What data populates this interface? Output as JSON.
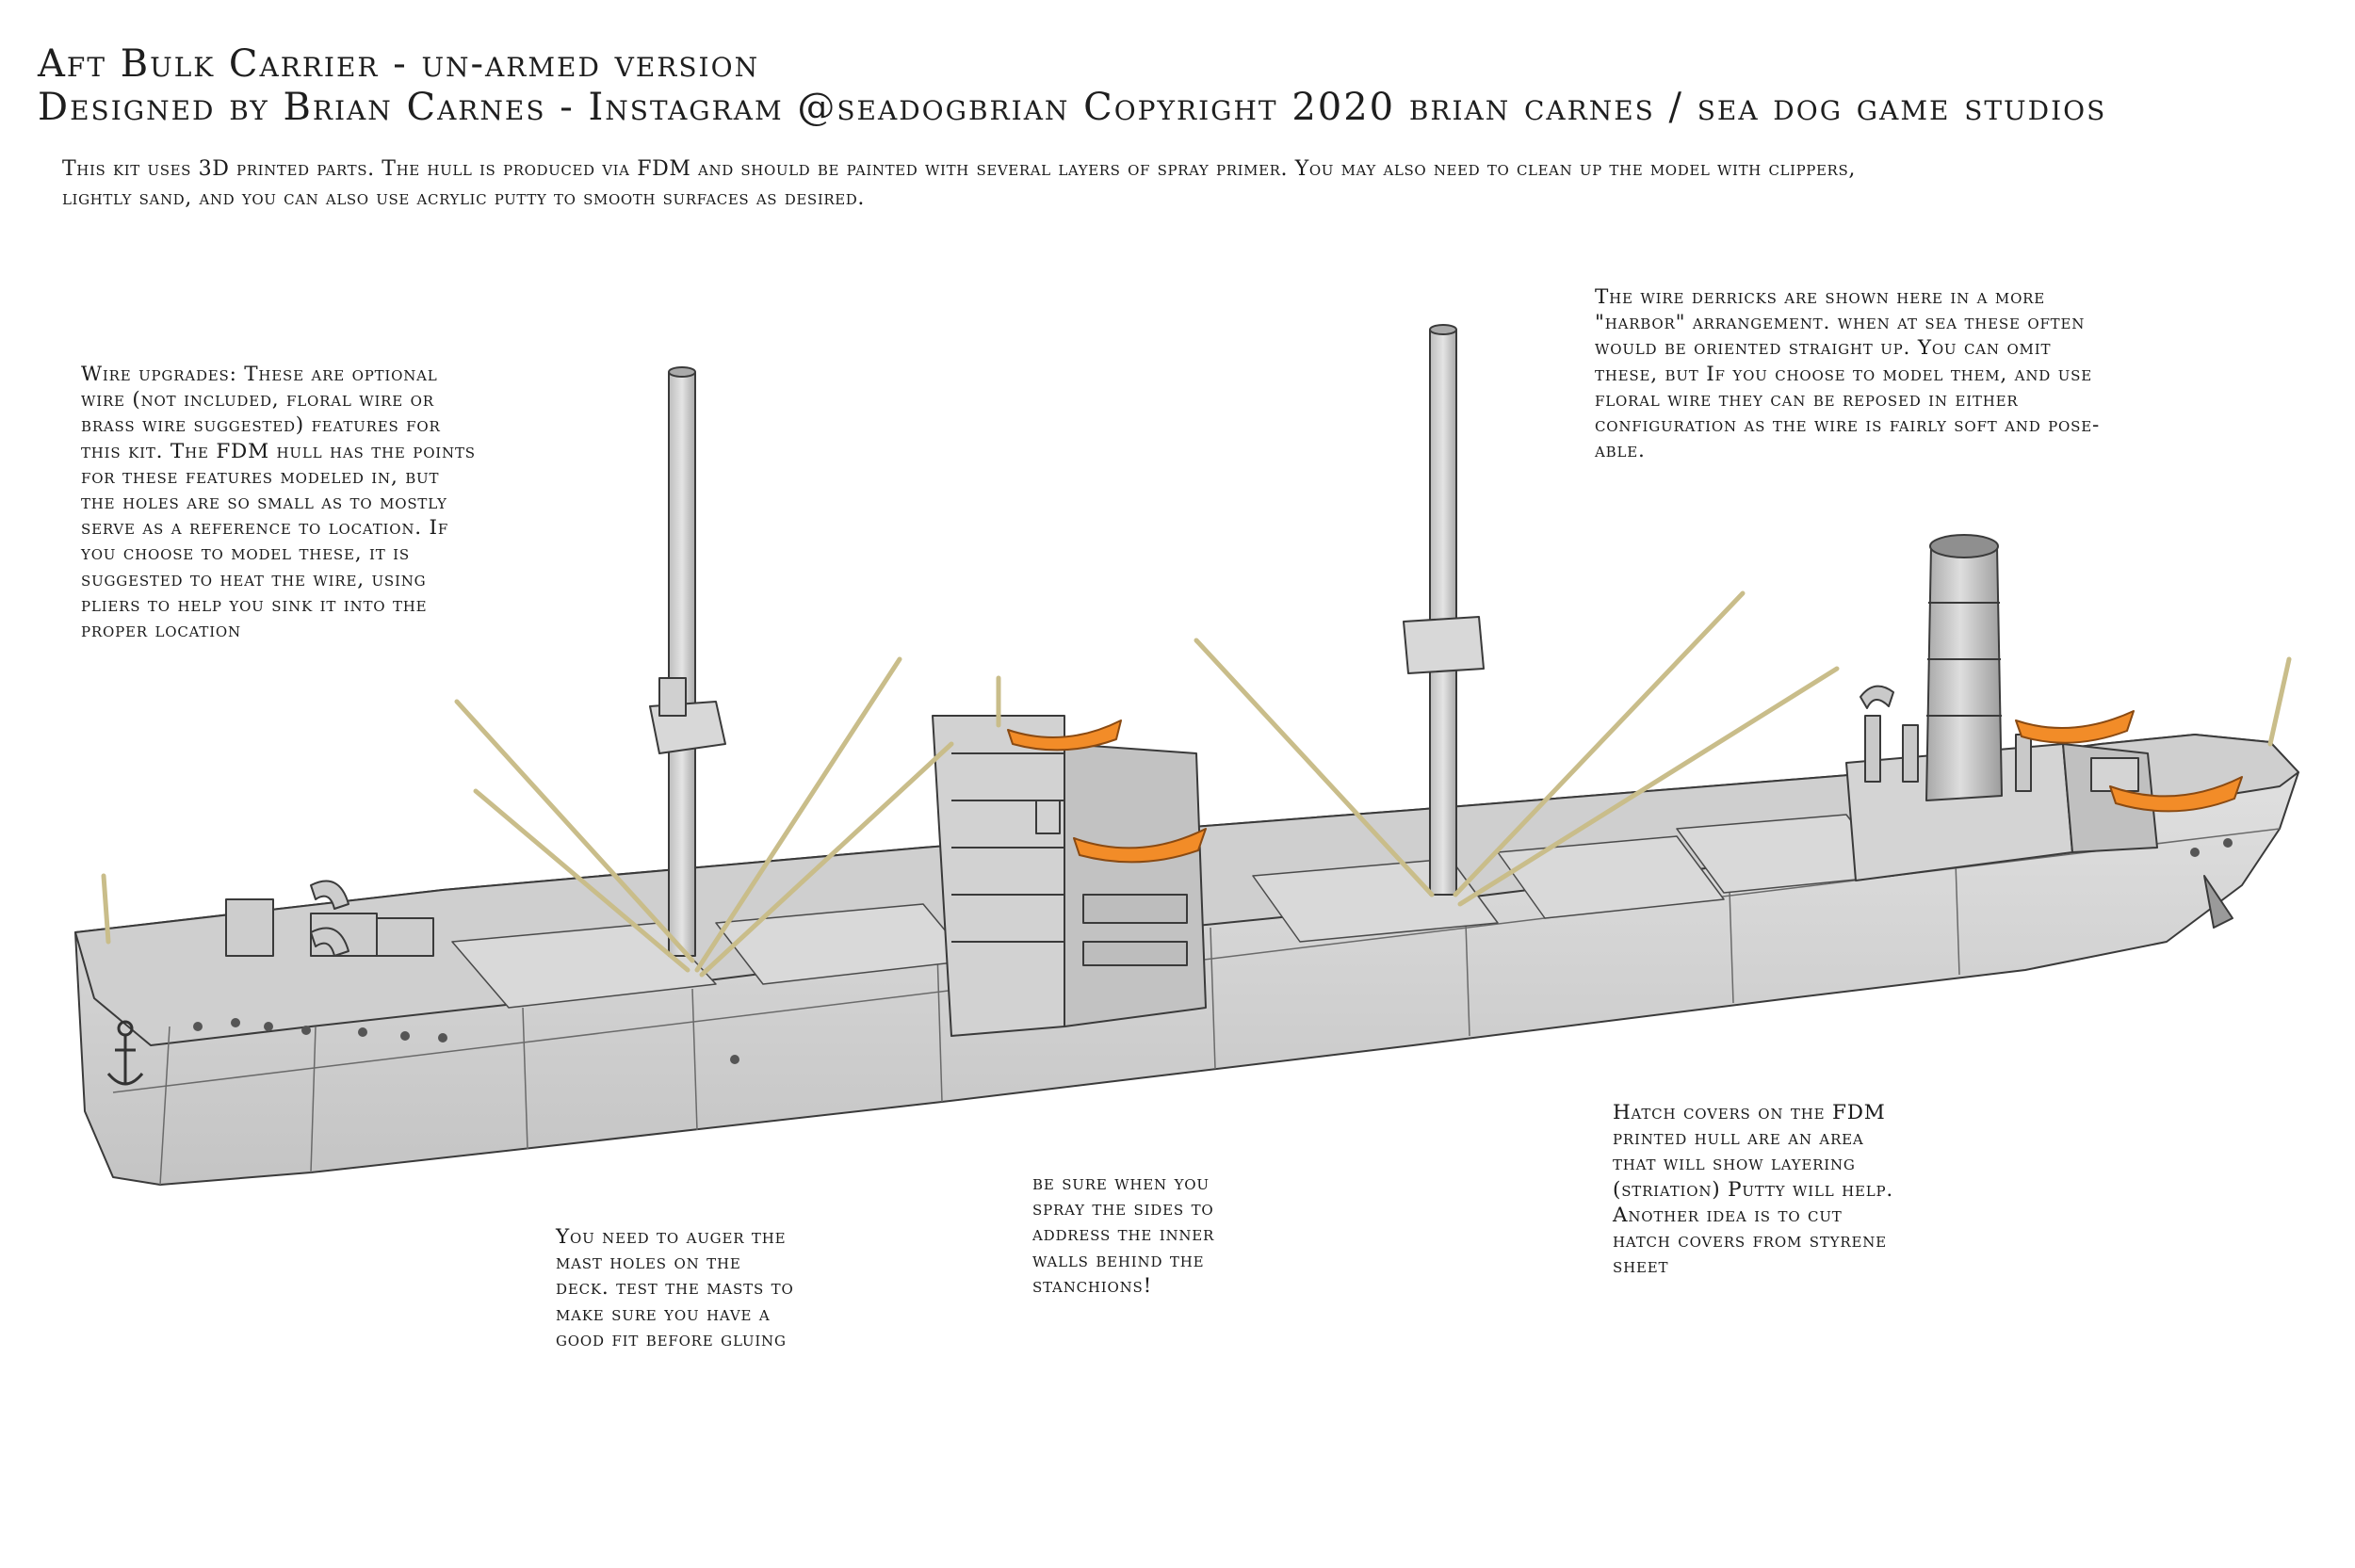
{
  "header": {
    "title_line1": "Aft Bulk Carrier - un-armed version",
    "title_line2": "Designed by Brian Carnes - Instagram @seadogbrian  Copyright 2020 brian carnes / sea dog game studios",
    "intro": "This kit uses 3D printed parts. The hull is produced via FDM and should be painted with several layers of spray primer. You may also need to clean up the model with clippers, lightly sand, and you can also use acrylic putty to smooth surfaces as desired."
  },
  "notes": {
    "wire_upgrades": "Wire upgrades:  These are optional\nwire (not included, floral wire or\nbrass wire suggested) features for\nthis kit. The FDM hull has the points\nfor these features modeled in, but\nthe holes are so small as to mostly\nserve as a reference to location.  If\nyou choose to model these, it is\nsuggested to heat the wire, using\npliers to help you sink it into the\nproper location",
    "derricks": "The wire derricks are shown here in a more\n\"harbor\" arrangement. when at sea these often\nwould be oriented straight up. You can omit\nthese, but If you choose to model them, and use\nfloral wire they can be reposed in either\nconfiguration as the wire is fairly soft and pose-\nable.",
    "hatch_covers": "Hatch covers on the FDM\nprinted hull are an area\nthat will show layering\n(striation) Putty will help.\nAnother idea is to cut\nhatch covers from styrene\nsheet",
    "spray_sides": "be sure when you\nspray the sides to\naddress the inner\nwalls behind the\nstanchions!",
    "auger_masts": "You need to auger the\nmast holes on the\ndeck. test the masts to\nmake sure you have a\ngood fit before gluing"
  },
  "colors": {
    "hull": "#d6d6d6",
    "hull_dark": "#b9b9b9",
    "deck": "#cfcfcf",
    "wire": "#e6dcb4",
    "lifeboat": "#f28c28",
    "outline": "#3a3a3a"
  }
}
